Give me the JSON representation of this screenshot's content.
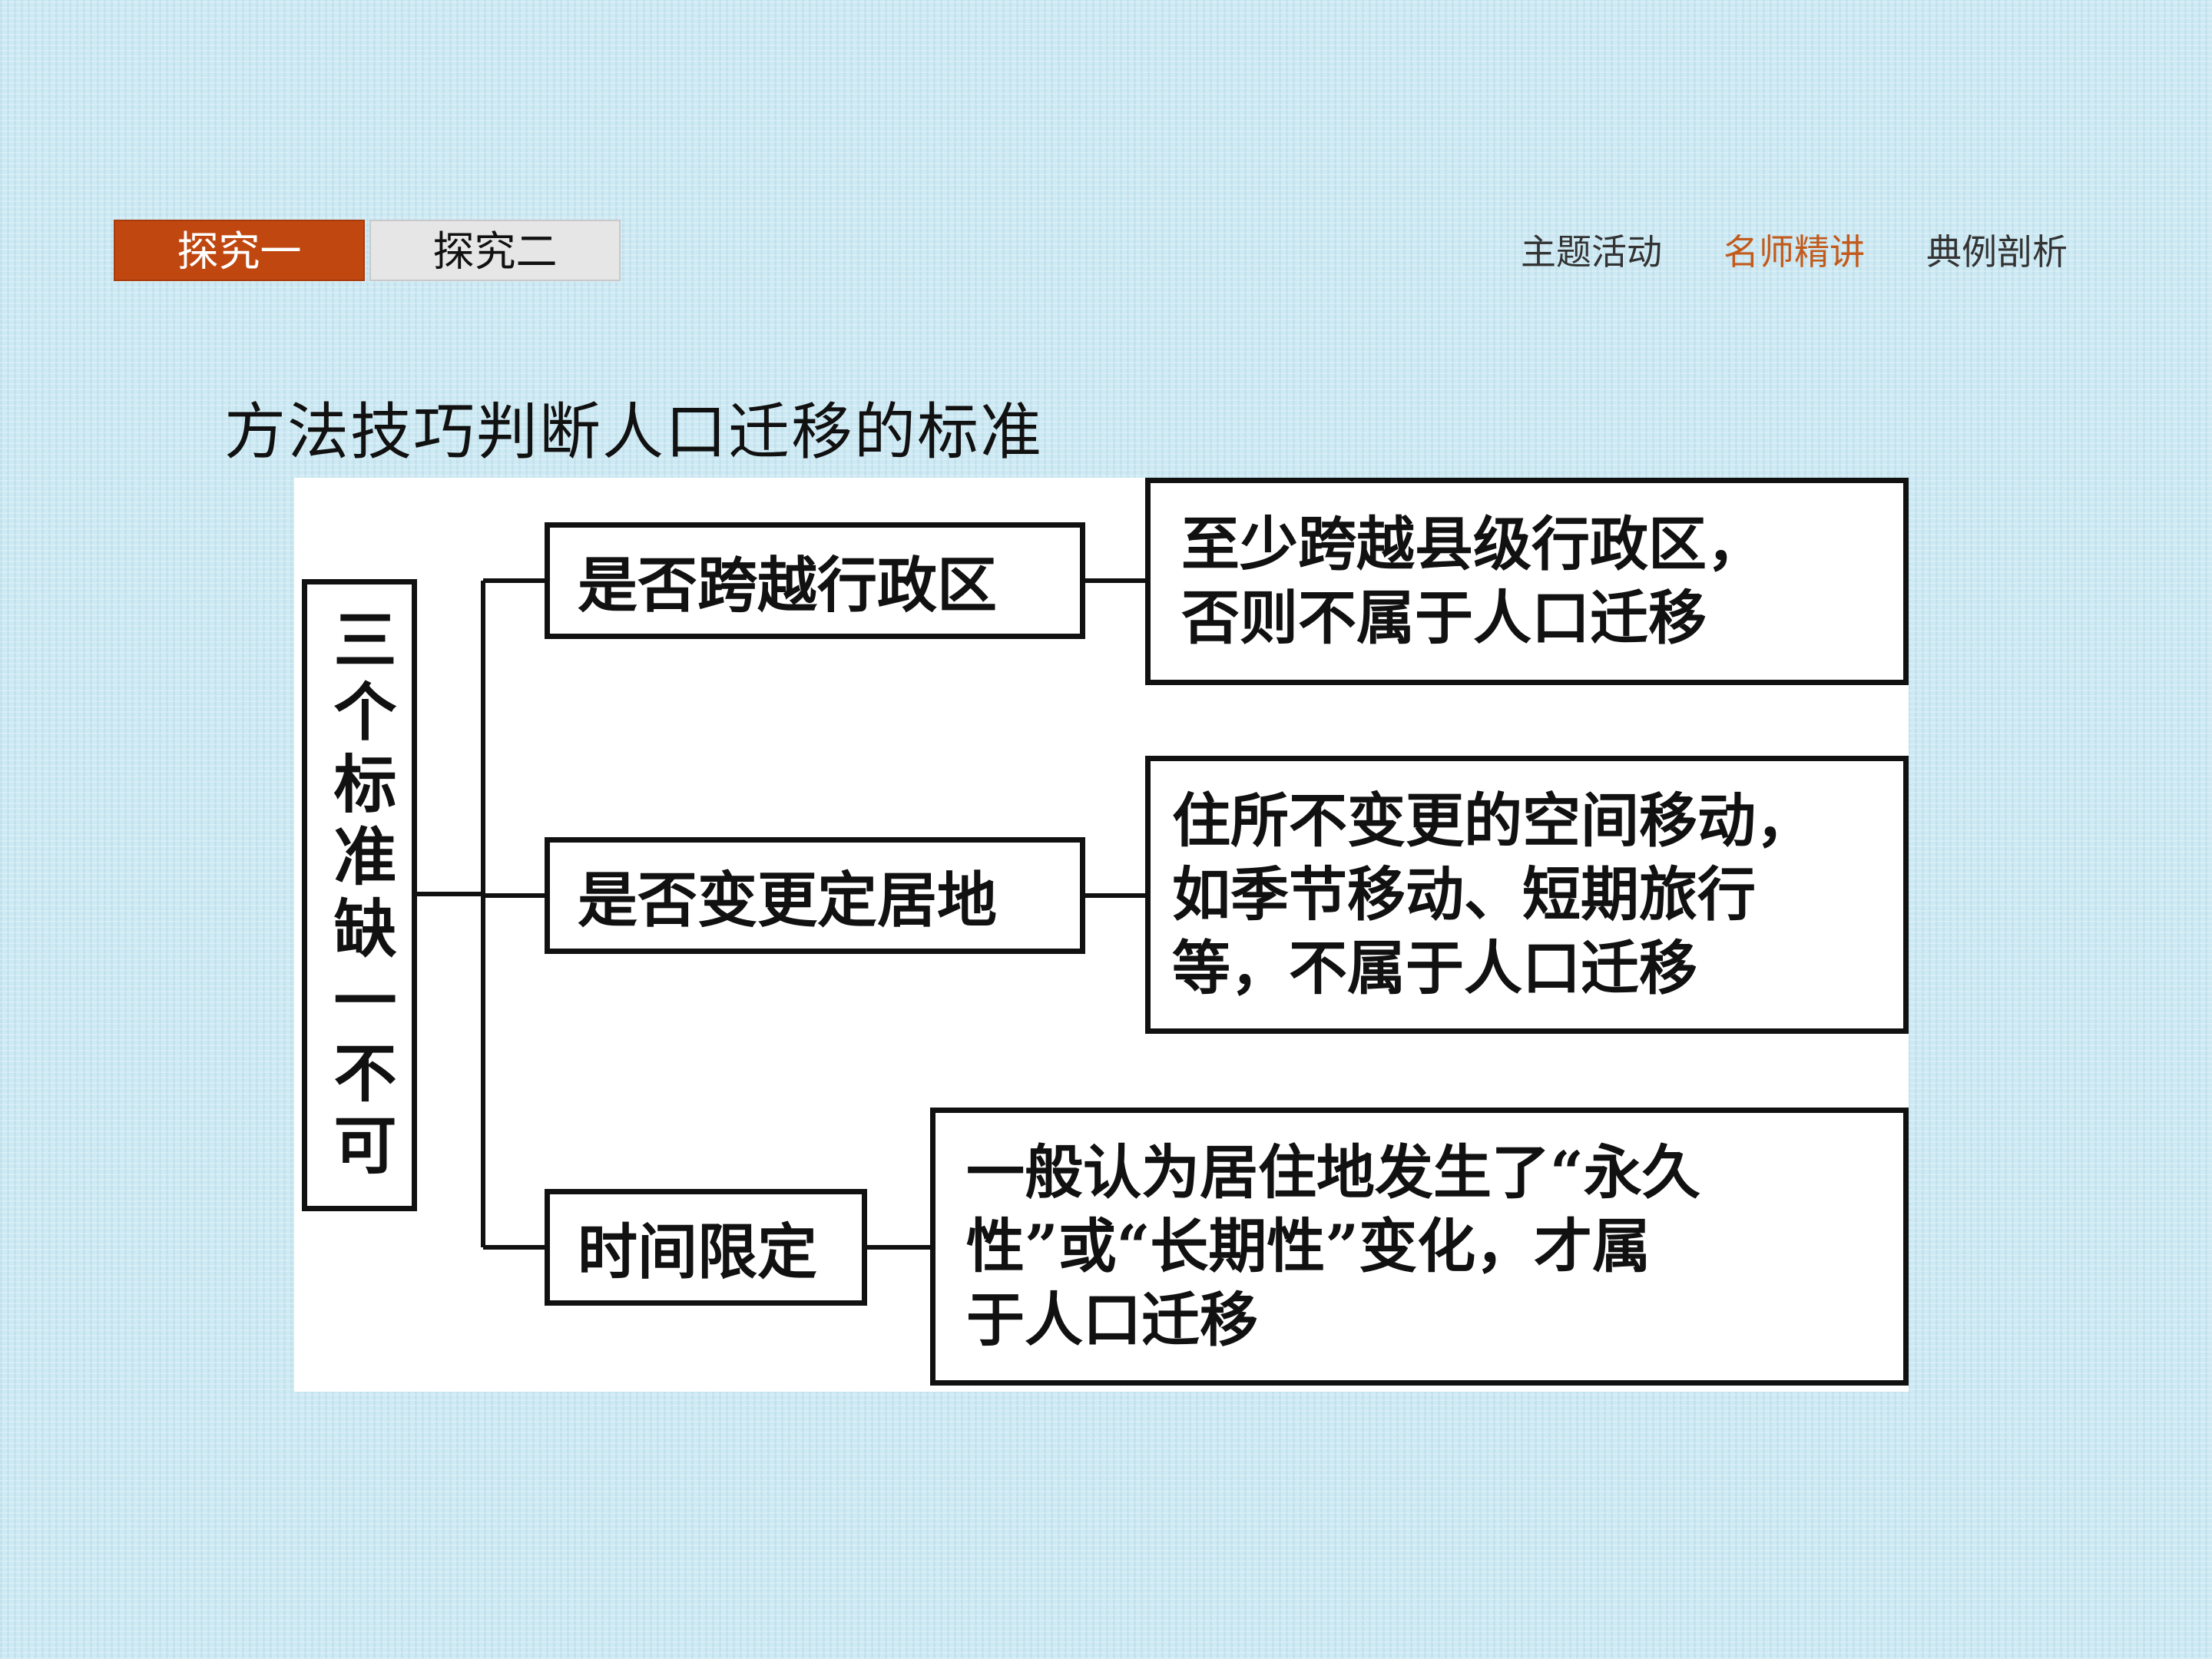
{
  "tabs": [
    {
      "label": "探究一",
      "active": true
    },
    {
      "label": "探究二",
      "active": false
    }
  ],
  "nav": [
    {
      "label": "主题活动",
      "active": false
    },
    {
      "label": "名师精讲",
      "active": true
    },
    {
      "label": "典例剖析",
      "active": false
    }
  ],
  "heading": "方法技巧判断人口迁移的标准",
  "diagram": {
    "root": "三个标准缺一不可",
    "criteria": [
      {
        "label": "是否跨越行政区",
        "detail": "至少跨越县级行政区，\n否则不属于人口迁移"
      },
      {
        "label": "是否变更定居地",
        "detail": "住所不变更的空间移动，\n如季节移动、短期旅行\n等，不属于人口迁移"
      },
      {
        "label": "时间限定",
        "detail": "一般认为居住地发生了“永久\n性”或“长期性”变化，才属\n于人口迁移"
      }
    ]
  },
  "colors": {
    "background": "#cde9f3",
    "active_tab": "#c0470f",
    "active_nav": "#c25a1c"
  }
}
